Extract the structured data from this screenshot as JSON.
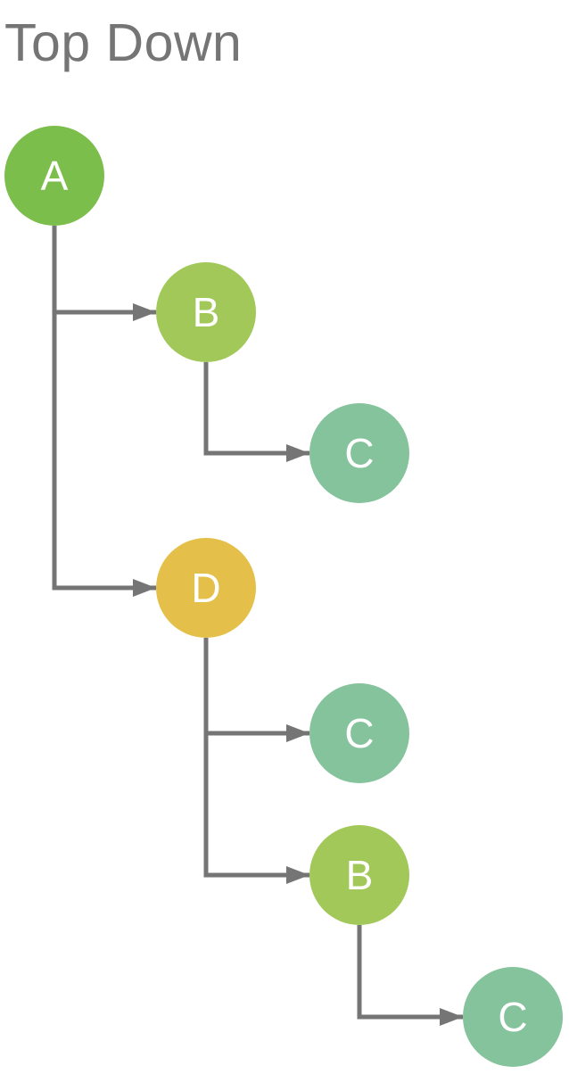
{
  "title": "Top Down",
  "colors": {
    "background": "#ffffff",
    "title_text": "#757575",
    "connector": "#757575",
    "node_text": "#ffffff",
    "green": "#7cbe4c",
    "yellow_green": "#a2c85a",
    "sea_green": "#85c39c",
    "gold": "#e4c04b"
  },
  "nodes": [
    {
      "id": "A",
      "label": "A",
      "color": "#7cbe4c"
    },
    {
      "id": "B1",
      "label": "B",
      "color": "#a2c85a"
    },
    {
      "id": "C1",
      "label": "C",
      "color": "#85c39c"
    },
    {
      "id": "D",
      "label": "D",
      "color": "#e4c04b"
    },
    {
      "id": "C2",
      "label": "C",
      "color": "#85c39c"
    },
    {
      "id": "B2",
      "label": "B",
      "color": "#a2c85a"
    },
    {
      "id": "C3",
      "label": "C",
      "color": "#85c39c"
    }
  ],
  "edges": [
    {
      "from": "A",
      "to": "B1"
    },
    {
      "from": "A",
      "to": "D"
    },
    {
      "from": "B1",
      "to": "C1"
    },
    {
      "from": "D",
      "to": "C2"
    },
    {
      "from": "D",
      "to": "B2"
    },
    {
      "from": "B2",
      "to": "C3"
    }
  ]
}
